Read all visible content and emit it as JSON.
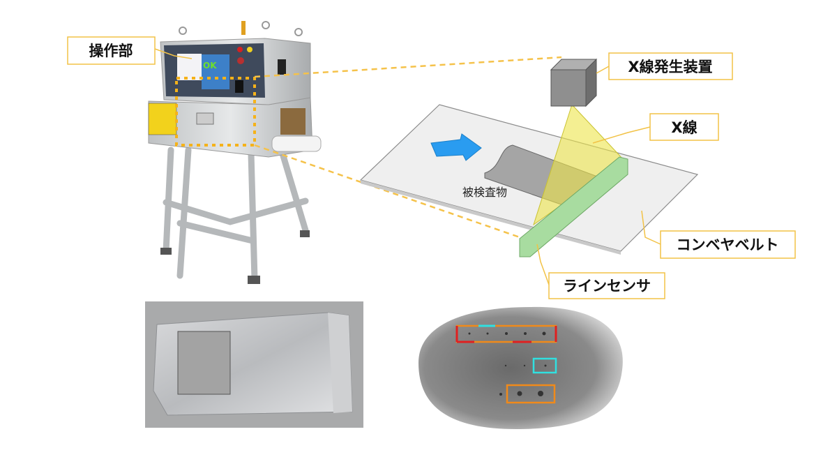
{
  "labels": {
    "operation_unit": "操作部",
    "xray_generator": "X線発生装置",
    "xray": "X線",
    "inspected_object": "被検査物",
    "conveyor_belt": "コンベヤベルト",
    "line_sensor": "ラインセンサ"
  },
  "machine": {
    "ok_indicator": "OK"
  },
  "colors": {
    "label_border": "#f2c246",
    "dashed_line": "#f5c24a",
    "xray_beam": "#e8e24a",
    "line_sensor": "#a8dca0",
    "direction_arrow": "#2a9cf0",
    "detect_red": "#e02020",
    "detect_orange": "#f08a1a",
    "detect_cyan": "#30e0e0"
  }
}
